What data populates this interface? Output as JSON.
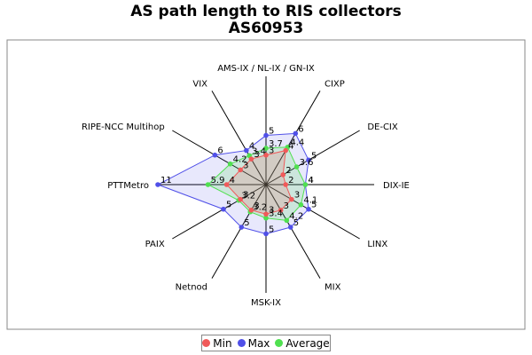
{
  "title": "AS path length to RIS collectors",
  "subtitle": "AS60953",
  "colors": {
    "min": "#f05a5a",
    "max": "#5050e8",
    "avg": "#50e050"
  },
  "chart_data": {
    "type": "radar",
    "title": "AS path length to RIS collectors",
    "subtitle": "AS60953",
    "categories": [
      "AMS-IX / NL-IX / GN-IX",
      "CIXP",
      "DE-CIX",
      "DIX-IE",
      "LINX",
      "MIX",
      "MSK-IX",
      "Netnod",
      "PAIX",
      "PTTMetro",
      "RIPE-NCC Multihop",
      "VIX"
    ],
    "max_value": 11,
    "series": [
      {
        "name": "Min",
        "values": [
          3,
          4,
          2,
          2,
          3,
          3,
          3,
          3,
          3,
          4,
          3,
          3
        ],
        "labels": [
          "3",
          "4",
          "2",
          "2",
          "3",
          "3",
          "3",
          "3",
          "3",
          "4",
          "3",
          "3"
        ]
      },
      {
        "name": "Max",
        "values": [
          5,
          6,
          5,
          4,
          5,
          5,
          5,
          5,
          5,
          11,
          6,
          4
        ],
        "labels": [
          "5",
          "6",
          "5",
          "4",
          "5",
          "5",
          "5",
          "5",
          "5",
          "11",
          "6",
          "4"
        ]
      },
      {
        "name": "Average",
        "values": [
          3.7,
          4.4,
          3.6,
          4,
          4.1,
          4.2,
          3.4,
          3.2,
          3.2,
          5.9,
          4.2,
          3.4
        ],
        "labels": [
          "3.7",
          "4.4",
          "3.6",
          "4",
          "4.1",
          "4.2",
          "3.4",
          "3.2",
          "3.2",
          "5.9",
          "4.2",
          "3.4"
        ]
      }
    ],
    "legend_position": "bottom"
  },
  "legend": {
    "min": "Min",
    "max": "Max",
    "avg": "Average"
  }
}
